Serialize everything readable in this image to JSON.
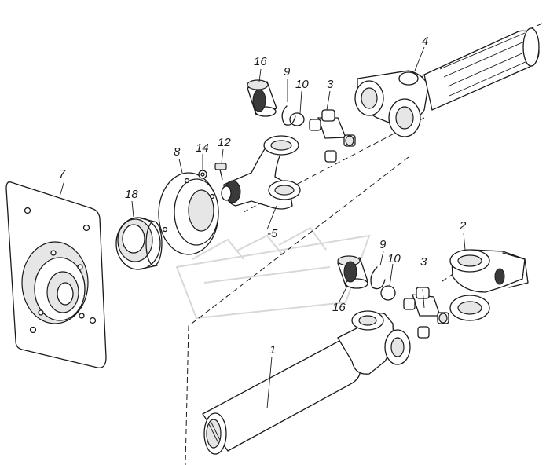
{
  "diagram": {
    "type": "exploded-parts-view",
    "labels": {
      "shaft": "1",
      "yoke_flange": "2",
      "cross_top": "3",
      "cross_bottom": "3",
      "spline_shaft": "4",
      "yoke_top": "-5",
      "flange_plate": "7",
      "cover": "8",
      "ring_top": "9",
      "ring_bottom": "9",
      "seal_top": "10",
      "seal_bottom": "10",
      "bolt": "12",
      "washer": "14",
      "bearing_top": "16",
      "bearing_bottom": "16",
      "bearing_large": "18"
    }
  }
}
